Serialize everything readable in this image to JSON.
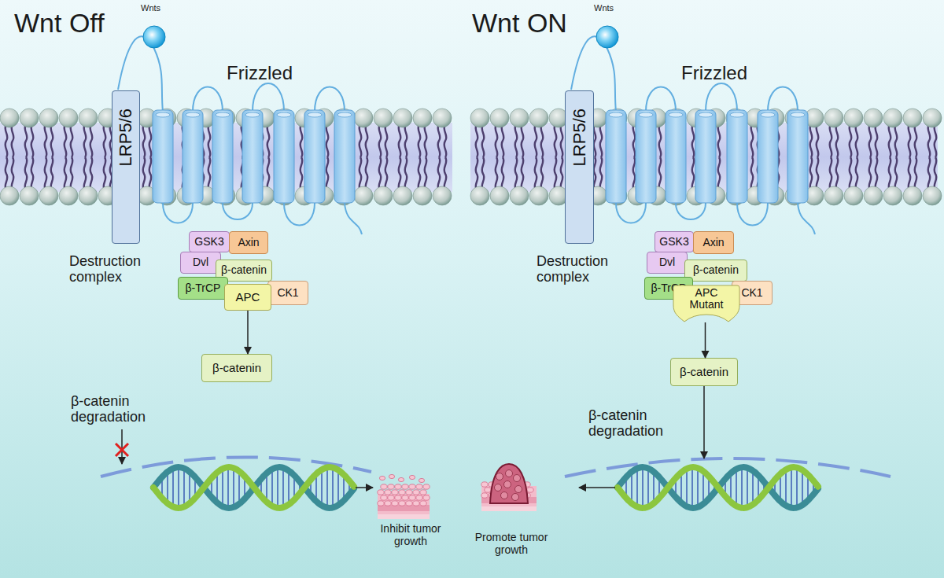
{
  "diagram": {
    "nodes": [
      {
        "text": [
          "LRP5/6"
        ]
      },
      {
        "text": [
          "GSK3"
        ]
      },
      {
        "text": [
          "Axin"
        ]
      },
      {
        "text": [
          "Dvl"
        ]
      },
      {
        "text": [
          "β-catenin"
        ]
      },
      {
        "text": [
          "β-TrCP"
        ]
      },
      {
        "text": [
          "APC"
        ]
      },
      {
        "text": [
          "CK1"
        ]
      },
      {
        "text": [
          "β-catenin"
        ]
      },
      {
        "text": [
          "LRP5/6"
        ]
      },
      {
        "text": [
          "GSK3"
        ]
      },
      {
        "text": [
          "Axin"
        ]
      },
      {
        "text": [
          "Dvl"
        ]
      },
      {
        "text": [
          "β-catenin"
        ]
      },
      {
        "text": [
          "β-TrCP"
        ]
      },
      {
        "text": [
          "APC Mutant"
        ]
      },
      {
        "text": [
          "CK1"
        ]
      },
      {
        "text": [
          "β-catenin"
        ]
      }
    ],
    "edges": [
      {
        "from": 6,
        "to": 8,
        "arrow": "to"
      },
      {
        "from": 15,
        "to": 17,
        "arrow": "to"
      }
    ],
    "labels": [
      "Wnt Off",
      "Wnts",
      "Frizzled",
      "Destruction complex",
      "β-catenin degradation",
      "Inhibit tumor growth",
      "Wnt ON",
      "Wnts",
      "Frizzled",
      "Destruction complex",
      "β-catenin degradation",
      "Promote tumor growth"
    ]
  }
}
